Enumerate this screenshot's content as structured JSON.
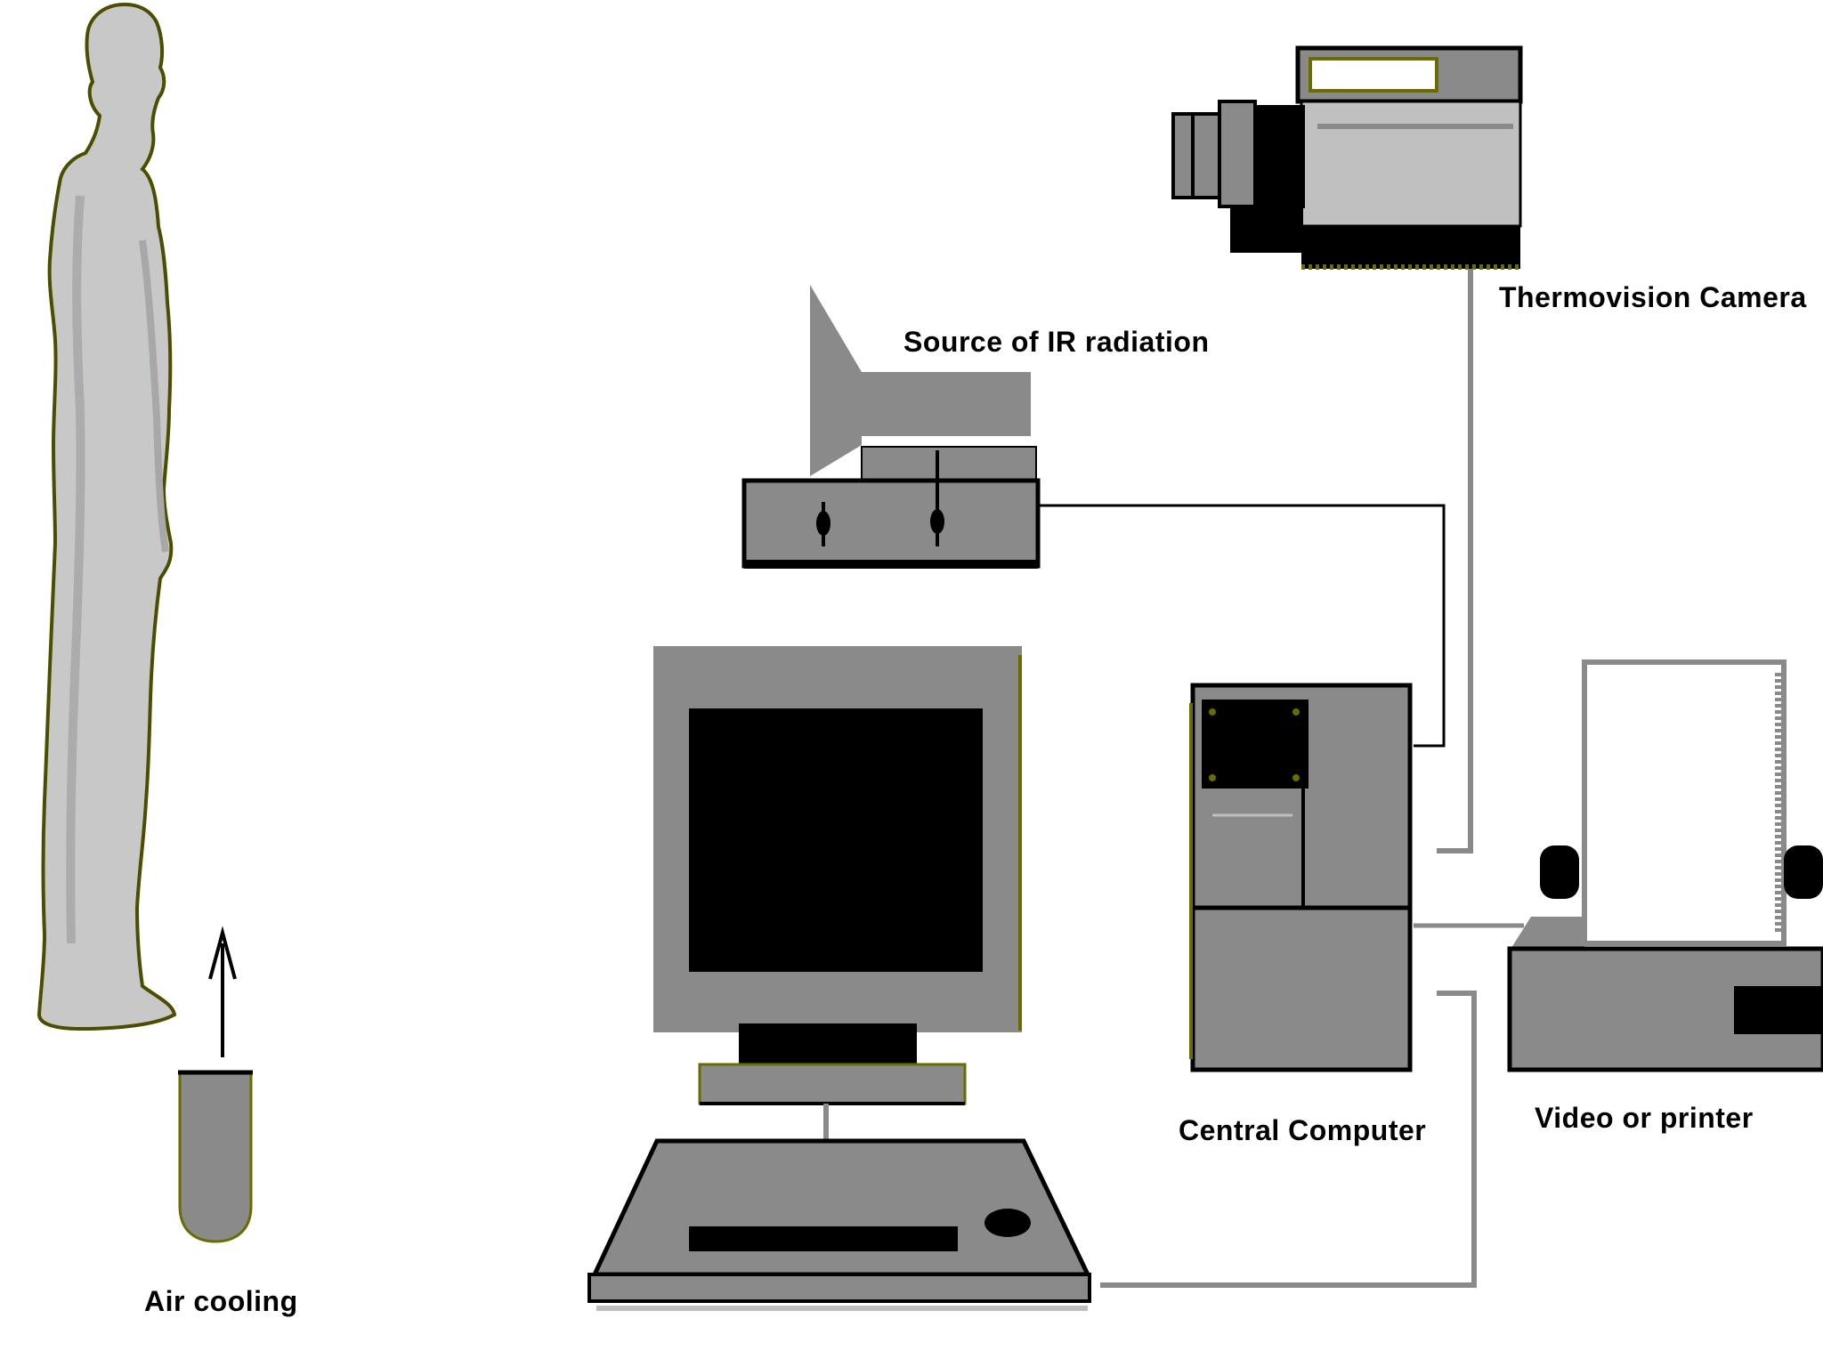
{
  "labels": {
    "thermovision_camera": "Thermovision Camera",
    "ir_source": "Source of IR radiation",
    "central_computer": "Central Computer",
    "video_or_printer": "Video  or  printer",
    "air_cooling": "Air cooling"
  },
  "colors": {
    "background": "#ffffff",
    "device_gray": "#8a8a8a",
    "screen_black": "#000000",
    "olive_edge": "#6b6b00",
    "human_silver": "#c8c8c8",
    "wire": "#000000"
  }
}
